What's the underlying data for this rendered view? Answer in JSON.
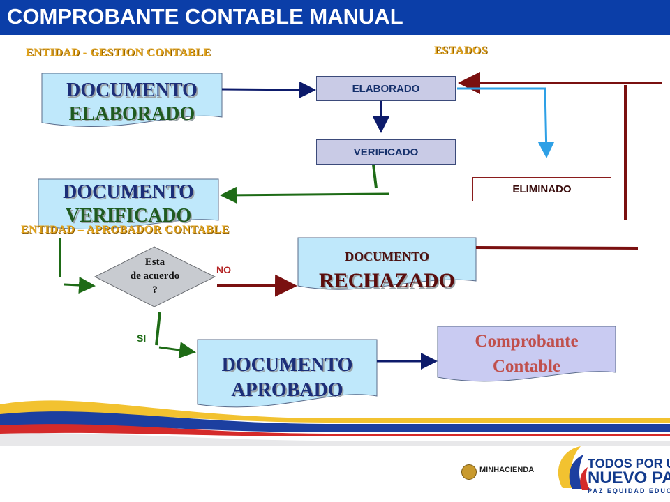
{
  "title": "COMPROBANTE CONTABLE MANUAL",
  "sections": {
    "entidad_gestion": "ENTIDAD  - GESTION CONTABLE",
    "estados": "ESTADOS",
    "entidad_aprobador": "ENTIDAD – APROBADOR CONTABLE"
  },
  "states": {
    "elaborado": "ELABORADO",
    "verificado": "VERIFICADO",
    "eliminado": "ELIMINADO"
  },
  "documents": {
    "elaborado": {
      "line1": "DOCUMENTO",
      "line2": "ELABORADO"
    },
    "verificado": {
      "line1": "DOCUMENTO",
      "line2": "VERIFICADO"
    },
    "rechazado": {
      "line1": "DOCUMENTO",
      "line2": "RECHAZADO"
    },
    "aprobado": {
      "line1": "DOCUMENTO",
      "line2": "APROBADO"
    },
    "comprobante": {
      "line1": "Comprobante",
      "line2": "Contable"
    }
  },
  "decision": {
    "line1": "Esta",
    "line2": "de acuerdo",
    "line3": "?"
  },
  "labels": {
    "no": "NO",
    "si": "SI"
  },
  "footer": {
    "ministry": "MINHACIENDA",
    "slogan_line1": "TODOS POR UN",
    "slogan_line2": "NUEVO PAÍS",
    "slogan_line3": "PAZ  EQUIDAD  EDUCACIÓN"
  },
  "colors": {
    "title_bar": "#0b3ea8",
    "navy_arrow": "#0d1b6b",
    "green_arrow": "#1e6b16",
    "red_arrow": "#7a1010",
    "light_blue_arrow": "#2ea0e6",
    "doc_fill": "#bfe8fb"
  }
}
